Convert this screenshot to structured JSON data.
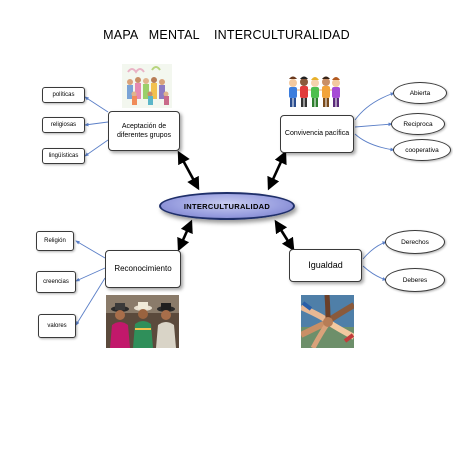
{
  "title": "MAPA   MENTAL    INTERCULTURALIDAD",
  "center": "INTERCULTURALIDAD",
  "branches": {
    "aceptacion": {
      "label_line1": "Aceptación de",
      "label_line2": "diferentes grupos",
      "items": [
        "políticas",
        "religiosas",
        "lingüísticas"
      ]
    },
    "convivencia": {
      "label": "Convivencia pacífica",
      "items": [
        "Abierta",
        "Reciproca",
        "cooperativa"
      ]
    },
    "reconocimiento": {
      "label": "Reconocimiento",
      "items": [
        "Religión",
        "creencias",
        "valores"
      ]
    },
    "igualdad": {
      "label": "Igualdad",
      "items": [
        "Derechos",
        "Deberes"
      ]
    }
  },
  "colors": {
    "center_fill": "#9aa0e0",
    "center_border": "#1f2f6a",
    "arrow_main": "#000000",
    "arrow_leaf": "#5b7fc7"
  },
  "images": {
    "aceptacion": "people-group-illustration",
    "convivencia": "children-holding-hands-illustration",
    "reconocimiento": "indigenous-women-photo",
    "igualdad": "joined-hands-photo"
  }
}
